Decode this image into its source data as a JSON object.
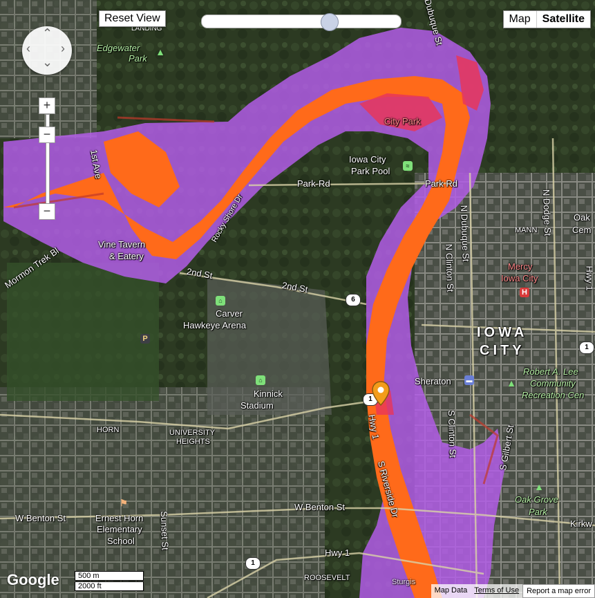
{
  "controls": {
    "reset_view": "Reset View",
    "map_type_map": "Map",
    "map_type_satellite": "Satellite",
    "selected_map_type": "Satellite",
    "zoom_in": "+",
    "zoom_out": "−",
    "slider_level": 0.65
  },
  "scale": {
    "metric": "500 m",
    "imperial": "2000 ft"
  },
  "footer": {
    "map_data": "Map Data",
    "terms": "Terms of Use",
    "report": "Report a map error"
  },
  "google_logo": "Google",
  "colors": {
    "flood_extent": "#b25de6",
    "river_channel": "#ff6a1a",
    "high_risk": "#e8365a",
    "pin": "#f39c1a"
  },
  "labels": {
    "landing": "LANDING",
    "edgewater": "Edgewater",
    "park": "Park",
    "city_park": "City Park",
    "iowa_city_park_pool_1": "Iowa City",
    "iowa_city_park_pool_2": "Park Pool",
    "park_rd_1": "Park-Rd",
    "park_rd_2": "Park Rd",
    "first_ave": "1st Ave",
    "vine_tavern_1": "Vine Tavern",
    "vine_tavern_2": "& Eatery",
    "rocky_shore": "Rocky Shore Dr",
    "mormon_trek": "Mormon Trek Bl",
    "second_st_1": "2nd St",
    "second_st_2": "2nd St",
    "carver_1": "Carver",
    "carver_2": "Hawkeye Arena",
    "kinnick_1": "Kinnick",
    "kinnick_2": "Stadium",
    "horn": "HORN",
    "university_heights_1": "UNIVERSITY",
    "university_heights_2": "HEIGHTS",
    "w_benton_1": "W Benton St",
    "w_benton_2": "W Benton St",
    "ernest_horn_1": "Ernest Horn",
    "ernest_horn_2": "Elementary",
    "ernest_horn_3": "School",
    "sunset_st": "Sunset St",
    "hwy1": "Hwy 1",
    "roosevelt": "ROOSEVELT",
    "n_dubuque": "N Dubuque St",
    "n_clinton": "N Clinton St",
    "n_dodge": "N Dodge St",
    "mann": "MANN",
    "oak_cem_1": "Oak",
    "oak_cem_2": "Cem",
    "mercy_1": "Mercy",
    "mercy_2": "Iowa City",
    "iowa": "IOWA",
    "city": "CITY",
    "sheraton": "Sheraton",
    "robert_lee_1": "Robert A. Lee",
    "robert_lee_2": "Community",
    "robert_lee_3": "Recreation Cen",
    "s_clinton": "S Clinton St",
    "s_gilbert": "S Gilbert St",
    "s_riverside": "S Riverside Dr",
    "hwy1_vert": "Hwy 1",
    "oak_grove_1": "Oak Grove",
    "oak_grove_2": "Park",
    "kirkw": "Kirkw",
    "dubuque_top": "N Dubuque St",
    "shield_6": "6",
    "shield_1a": "1",
    "shield_1b": "1",
    "shield_1c": "1",
    "hospital_h": "H",
    "parking_p": "P",
    "hwy_east": "Hwy 1",
    "sturgis": "Sturgis"
  }
}
